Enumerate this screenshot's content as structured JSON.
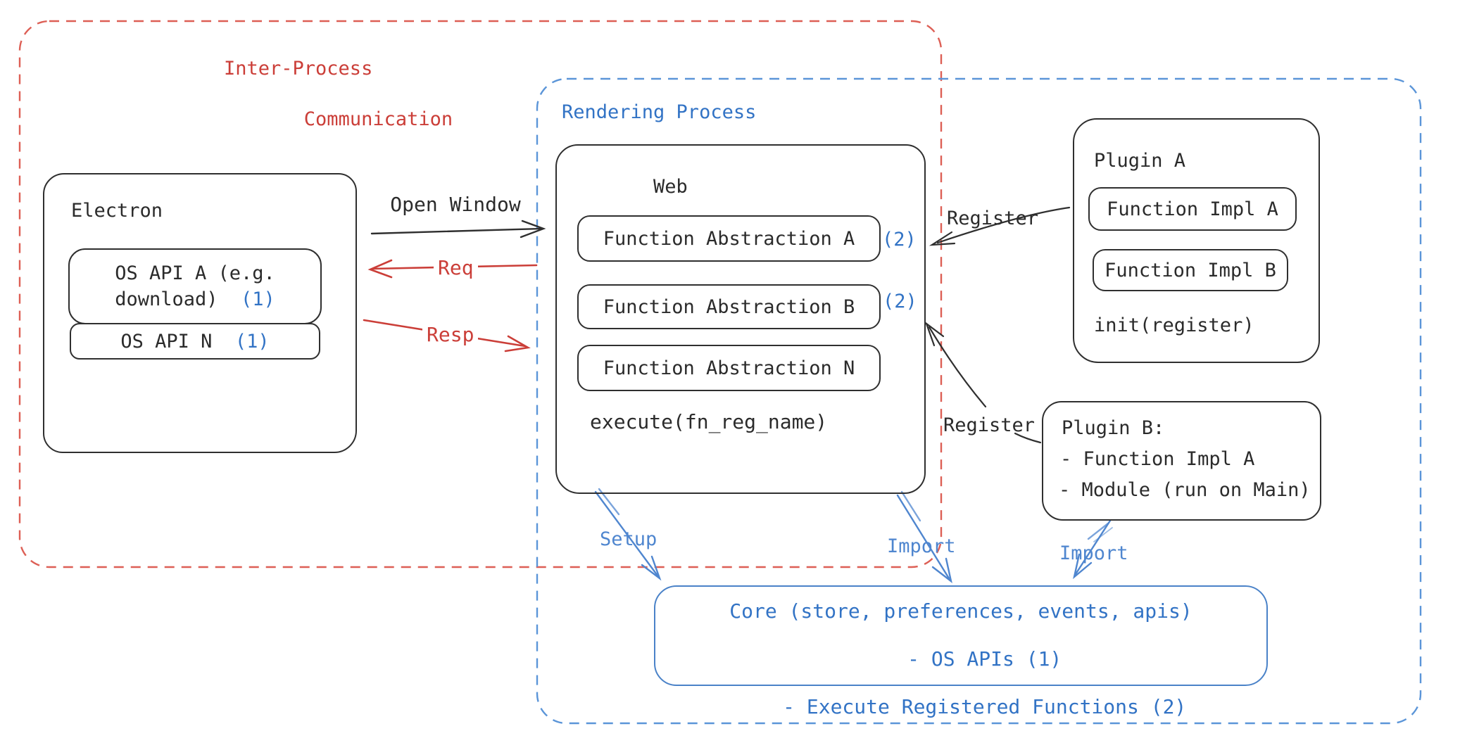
{
  "colors": {
    "black_ink": "#2f2f2f",
    "red_text": "#cb3e38",
    "red_dash": "#dd5f55",
    "blue_text": "#3273c5",
    "blue_arrow": "#4f86cf",
    "blue_dash": "#5b95d8",
    "core_border": "#4a82c8"
  },
  "ipc": {
    "label_line1": "Inter-Process",
    "label_line2": "Communication"
  },
  "rendering": {
    "label": "Rendering Process"
  },
  "electron": {
    "title": "Electron",
    "os_api_a_line1": "OS API A (e.g.",
    "os_api_a_line2": "download)",
    "os_api_a_num": "(1)",
    "os_api_n_label": "OS API N",
    "os_api_n_num": "(1)"
  },
  "arrows": {
    "open_window": "Open Window",
    "req": "Req",
    "resp": "Resp",
    "register_a": "Register",
    "register_b": "Register",
    "setup": "Setup",
    "import_web": "Import",
    "import_plugin": "Import"
  },
  "web": {
    "title": "Web",
    "fn_a": "Function Abstraction A",
    "fn_a_num": "(2)",
    "fn_b": "Function Abstraction B",
    "fn_b_num": "(2)",
    "fn_n": "Function Abstraction N",
    "execute": "execute(fn_reg_name)"
  },
  "plugin_a": {
    "title": "Plugin A",
    "impl_a": "Function Impl A",
    "impl_b": "Function Impl B",
    "init": "init(register)"
  },
  "plugin_b": {
    "title": "Plugin B:",
    "item1": "- Function Impl A",
    "item2": "- Module (run on Main)"
  },
  "core": {
    "line1": "Core (store, preferences, events, apis)",
    "line2": "- OS APIs (1)",
    "line3": "- Execute Registered Functions (2)"
  }
}
